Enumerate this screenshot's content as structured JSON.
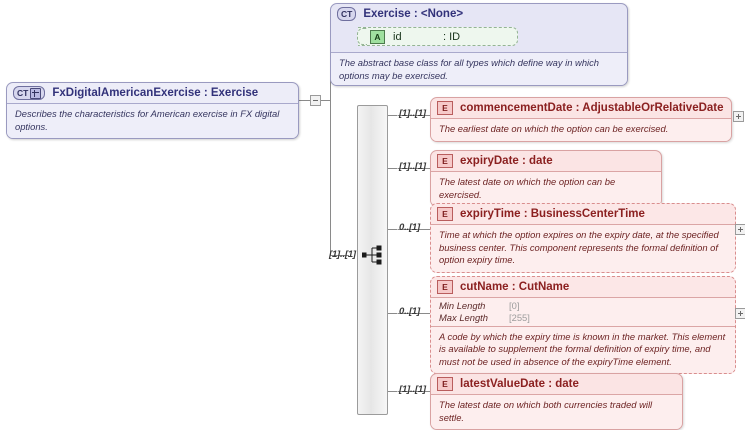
{
  "diagram": {
    "kind": "xsd-schema-diagram",
    "root": {
      "badge": "CT",
      "badge_icon": "complextype-plus-icon",
      "title": "FxDigitalAmericanExercise : Exercise",
      "doc": "Describes the characteristics for American exercise in FX digital options.",
      "toggle": "collapse-toggle"
    },
    "base_type": {
      "badge": "CT",
      "badge_icon": "complextype-icon",
      "title": "Exercise : <None>",
      "doc": "The abstract base class for all types which define way in which options may be exercised.",
      "attribute": {
        "badge": "A",
        "badge_icon": "attribute-icon",
        "name": "id",
        "type": ": ID"
      }
    },
    "compositor": {
      "type": "sequence",
      "icon": "sequence-icon",
      "cardinality": "[1]..[1]"
    },
    "elements": [
      {
        "badge": "E",
        "badge_icon": "element-icon",
        "title": "commencementDate : AdjustableOrRelativeDate",
        "doc": "The earliest date on which the option can be exercised.",
        "cardinality": "[1]..[1]",
        "optional": false,
        "expandable": true,
        "facets": []
      },
      {
        "badge": "E",
        "badge_icon": "element-icon",
        "title": "expiryDate : date",
        "doc": "The latest date on which the option can be exercised.",
        "cardinality": "[1]..[1]",
        "optional": false,
        "expandable": false,
        "facets": []
      },
      {
        "badge": "E",
        "badge_icon": "element-icon",
        "title": "expiryTime : BusinessCenterTime",
        "doc": "Time at which the option expires on the expiry date, at the specified business center. This component represents the formal definition of option expiry time.",
        "cardinality": "0..[1]",
        "optional": true,
        "expandable": true,
        "facets": []
      },
      {
        "badge": "E",
        "badge_icon": "element-icon",
        "title": "cutName : CutName",
        "doc": "A code by which the expiry time is known in the market. This element is available to supplement the formal definition of expiry time, and must not be used in absence of the expiryTime element.",
        "cardinality": "0..[1]",
        "optional": true,
        "expandable": true,
        "facets": [
          {
            "label": "Min Length",
            "value": "[0]"
          },
          {
            "label": "Max Length",
            "value": "[255]"
          }
        ]
      },
      {
        "badge": "E",
        "badge_icon": "element-icon",
        "title": "latestValueDate : date",
        "doc": "The latest date on which both currencies traded will settle.",
        "cardinality": "[1]..[1]",
        "optional": false,
        "expandable": false,
        "facets": []
      }
    ],
    "colors": {
      "complextype_fill": "#e6e6f5",
      "complextype_border": "#9a9ac0",
      "complextype_text": "#32327a",
      "element_fill": "#fbe4e4",
      "element_border": "#d9a2a2",
      "element_text": "#8b2020",
      "attribute_fill": "#eef7ee",
      "attribute_badge": "#9fe09f",
      "line": "#808080",
      "canvas": "#ffffff"
    }
  }
}
